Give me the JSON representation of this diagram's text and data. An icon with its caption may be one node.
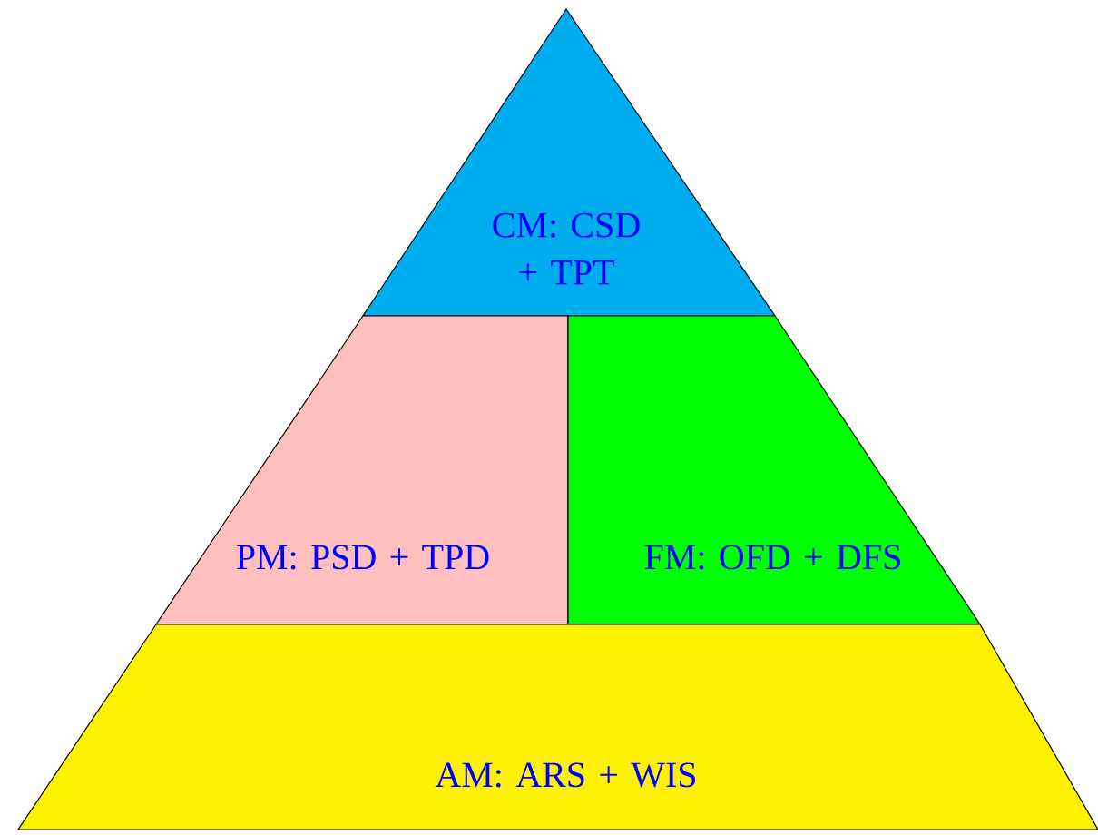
{
  "diagram": {
    "nodes": [
      {
        "text": [
          "CM: CSD + TPT"
        ]
      },
      {
        "text": [
          "PM: PSD + TPD"
        ]
      },
      {
        "text": [
          "FM: OFD + DFS"
        ]
      },
      {
        "text": [
          "AM: ARS + WIS"
        ]
      }
    ]
  }
}
